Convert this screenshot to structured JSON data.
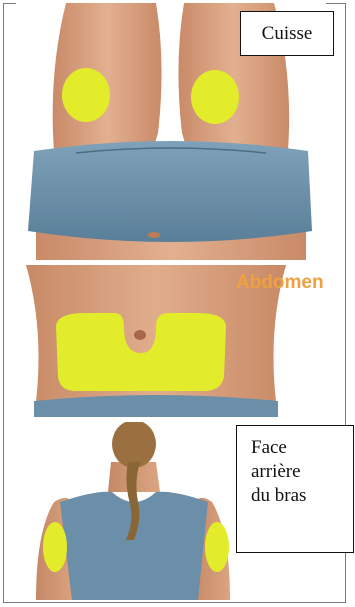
{
  "labels": {
    "thigh": "Cuisse",
    "abdomen": "Abdomen",
    "arm_line1": "Face",
    "arm_line2": "arrière",
    "arm_line3": "du bras"
  },
  "colors": {
    "skin": "#d9a07e",
    "clothing": "#6b8fa8",
    "hair": "#9a7040",
    "highlight_zone": "#e3ec2a",
    "abdomen_label": "#f0a040"
  }
}
